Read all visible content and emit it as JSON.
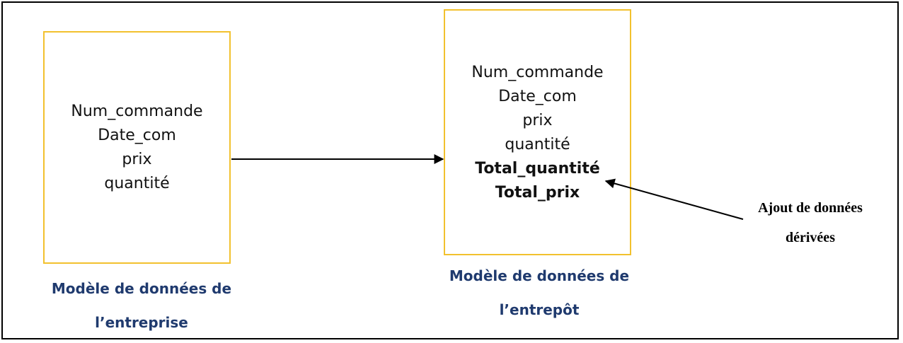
{
  "source_model": {
    "fields": [
      "Num_commande",
      "Date_com",
      "prix",
      "quantité"
    ],
    "caption_lines": [
      "Modèle de données de",
      "l’entreprise"
    ]
  },
  "warehouse_model": {
    "fields": [
      "Num_commande",
      "Date_com",
      "prix",
      "quantité"
    ],
    "derived_fields": [
      "Total_quantité",
      "Total_prix"
    ],
    "caption_lines": [
      "Modèle de données de",
      "l’entrepôt"
    ]
  },
  "annotation": {
    "lines": [
      "Ajout de données",
      "dérivées"
    ]
  },
  "colors": {
    "box_border": "#f2c12e",
    "caption_text": "#1f3a6e",
    "frame": "#000000"
  }
}
